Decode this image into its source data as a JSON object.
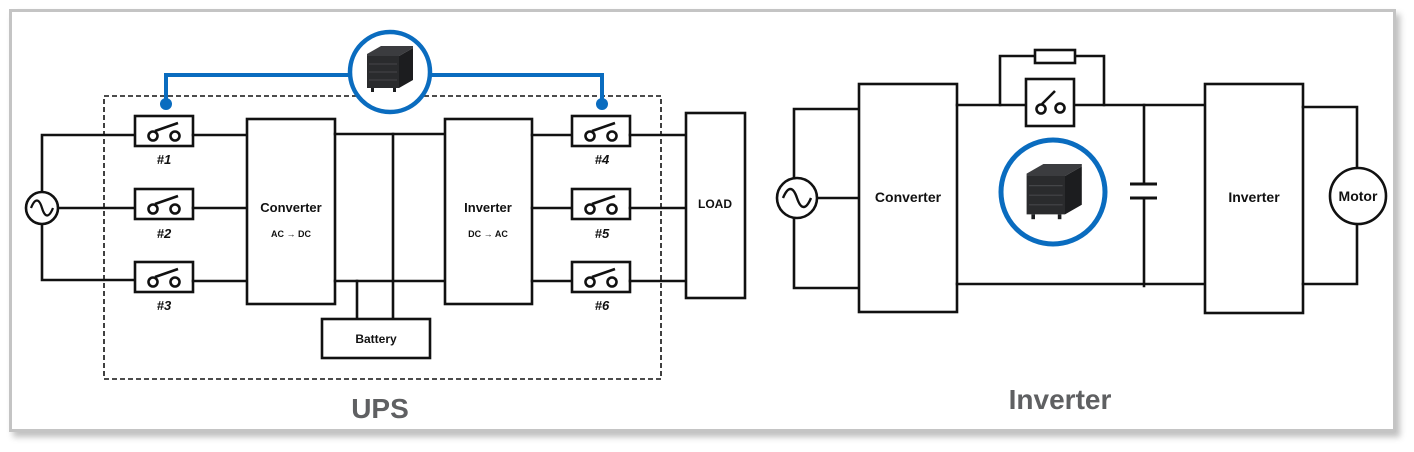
{
  "ups": {
    "title": "UPS",
    "converter": {
      "label": "Converter",
      "sub": "AC → DC"
    },
    "inverter": {
      "label": "Inverter",
      "sub": "DC → AC"
    },
    "battery": "Battery",
    "load": "LOAD",
    "switches": [
      "#1",
      "#2",
      "#3",
      "#4",
      "#5",
      "#6"
    ]
  },
  "inverter_circuit": {
    "title": "Inverter",
    "converter": "Converter",
    "inverter": "Inverter",
    "motor": "Motor"
  },
  "colors": {
    "accent": "#0a6cbf",
    "caption": "#5f6062",
    "line": "#111111"
  },
  "icons": [
    "ac-source-icon",
    "switch-icon",
    "relay-icon",
    "capacitor-icon",
    "resistor-icon"
  ]
}
